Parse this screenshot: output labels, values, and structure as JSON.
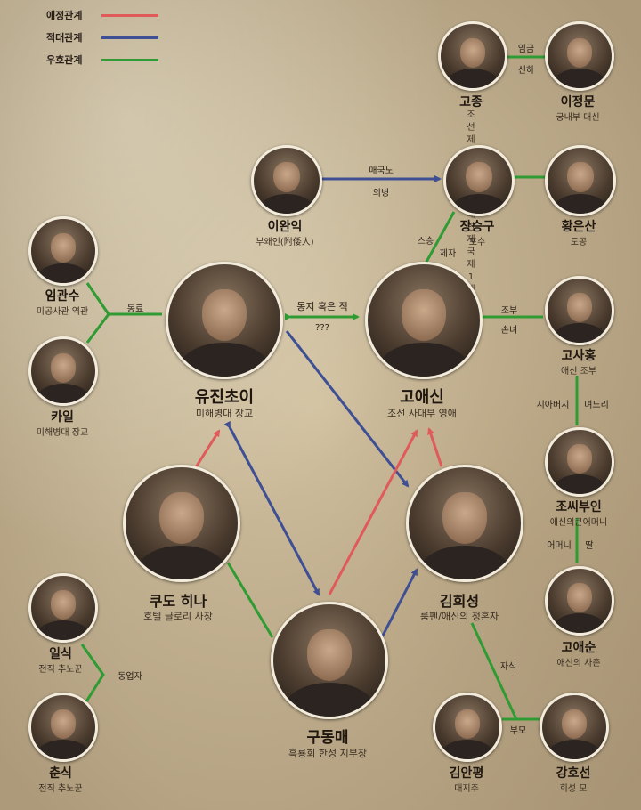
{
  "legend": {
    "love": {
      "label": "애정관계",
      "color": "#e05a5a"
    },
    "hostile": {
      "label": "적대관계",
      "color": "#3e4f94"
    },
    "friendly": {
      "label": "우호관계",
      "color": "#2f9b32"
    }
  },
  "people": {
    "gojong": {
      "name": "고종",
      "role": "조선 제 26대 왕이자\n대한제국 제1대 황제"
    },
    "ijeongmun": {
      "name": "이정문",
      "role": "궁내부 대신"
    },
    "iwanik": {
      "name": "이완익",
      "role": "부왜인(附倭人)"
    },
    "jangseunggu": {
      "name": "장승구",
      "role": "포수"
    },
    "hwangeunsan": {
      "name": "황은산",
      "role": "도공"
    },
    "imgwansu": {
      "name": "임관수",
      "role": "미공사관 역관"
    },
    "kail": {
      "name": "카일",
      "role": "미해병대 장교"
    },
    "eugene": {
      "name": "유진초이",
      "role": "미해병대 장교"
    },
    "goaesin": {
      "name": "고애신",
      "role": "조선 사대부 영애"
    },
    "gosaheung": {
      "name": "고사홍",
      "role": "애신 조부"
    },
    "josibuin": {
      "name": "조씨부인",
      "role": "애신의큰어머니"
    },
    "kudohina": {
      "name": "쿠도 히나",
      "role": "호텔 글로리 사장"
    },
    "kimheeseong": {
      "name": "김희성",
      "role": "룸펜/애신의 정혼자"
    },
    "goaesun": {
      "name": "고애순",
      "role": "애신의 사촌"
    },
    "ilsik": {
      "name": "일식",
      "role": "전직 추노꾼"
    },
    "chunsik": {
      "name": "춘식",
      "role": "전직 추노꾼"
    },
    "gudongmae": {
      "name": "구동매",
      "role": "흑룡회 한성 지부장"
    },
    "kimanpyeong": {
      "name": "김안평",
      "role": "대지주"
    },
    "kanghoseon": {
      "name": "강호선",
      "role": "희성 모"
    }
  },
  "edge_labels": {
    "imgeum": "임금",
    "sinha": "신하",
    "maegungno": "매국노",
    "uibyeong": "의병",
    "seuseung": "스승",
    "jeja": "제자",
    "dongryo": "동료",
    "dongji": "동지 혹은 적",
    "unknown": "???",
    "jobu": "조부",
    "sonnyeo": "손녀",
    "siabeoji": "시아버지",
    "meoneuri": "며느리",
    "eomeoni": "어머니",
    "ttal": "딸",
    "dongeopja": "동업자",
    "jasik": "자식",
    "bumo": "부모"
  }
}
